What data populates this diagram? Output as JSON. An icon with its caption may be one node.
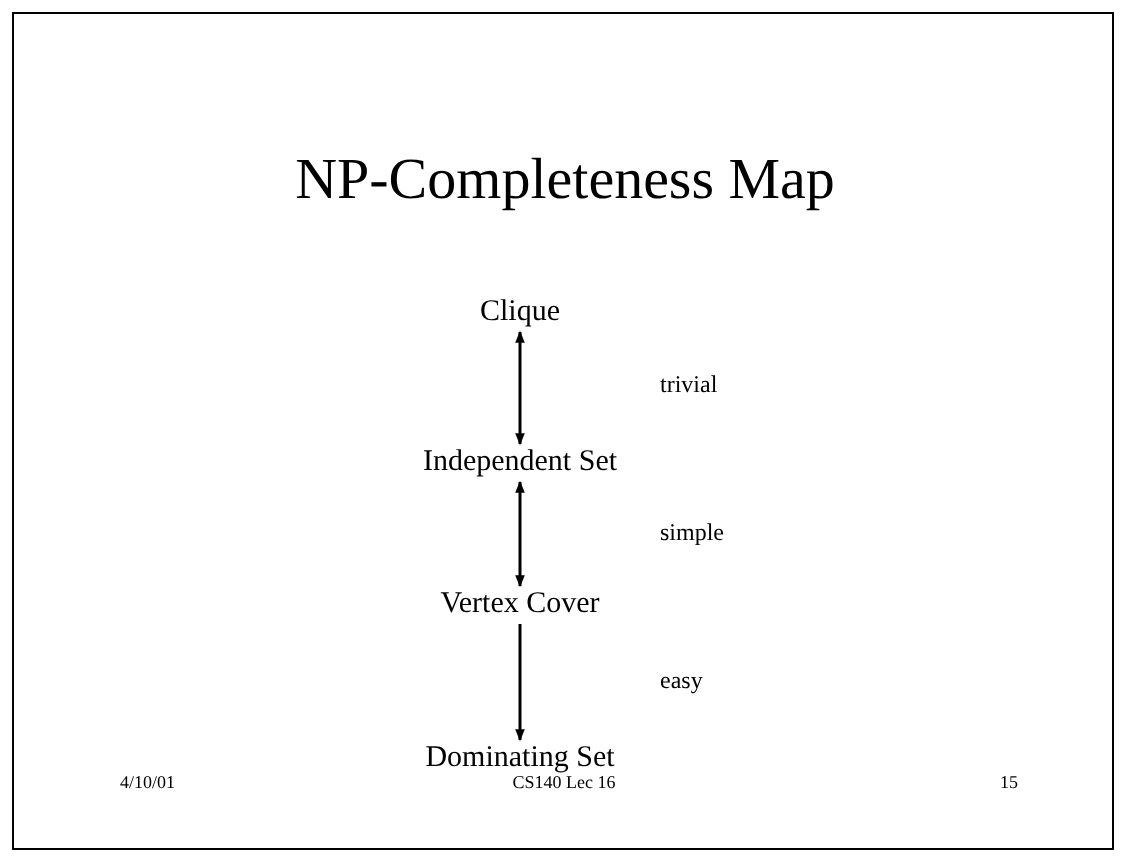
{
  "diagram": {
    "title": "NP-Completeness Map",
    "nodes": [
      {
        "text": [
          "Clique"
        ]
      },
      {
        "text": [
          "Independent Set"
        ]
      },
      {
        "text": [
          "Vertex Cover"
        ]
      },
      {
        "text": [
          "Dominating Set"
        ]
      }
    ],
    "edges": [
      {
        "from": 0,
        "to": 1,
        "arrow": "both"
      },
      {
        "from": 1,
        "to": 2,
        "arrow": "both"
      },
      {
        "from": 2,
        "to": 3,
        "arrow": "to"
      }
    ],
    "labels": [
      "trivial",
      "simple",
      "easy",
      "4/10/01",
      "CS140 Lec 16",
      "15"
    ]
  }
}
